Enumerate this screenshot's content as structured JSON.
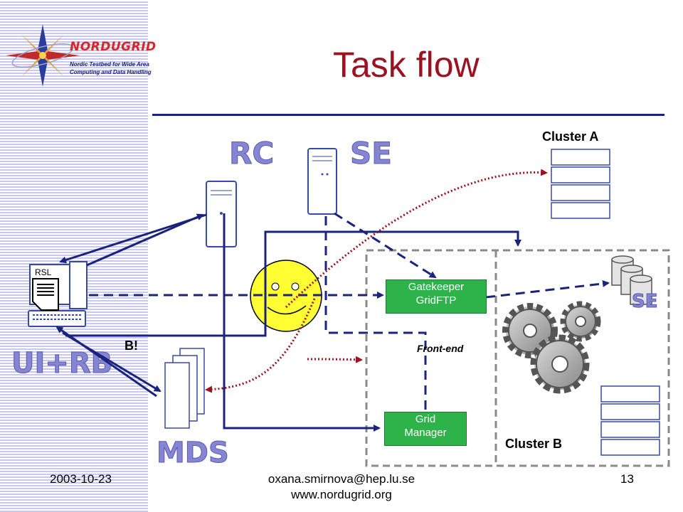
{
  "logo": {
    "name": "NORDUGRID",
    "line1": "Nordic Testbed for Wide Area",
    "line2": "Computing and Data Handling"
  },
  "slide": {
    "title": "Task flow"
  },
  "labels": {
    "rc": "RC",
    "se": "SE",
    "se_small": "SE",
    "ui_rb": "UI+RB",
    "mds": "MDS",
    "rsl": "RSL",
    "cluster_a": "Cluster A",
    "cluster_b": "Cluster B",
    "gatekeeper": "Gatekeeper",
    "gridftp": "GridFTP",
    "grid": "Grid",
    "manager": "Manager",
    "frontend": "Front-end",
    "b_bang": "B!"
  },
  "footer": {
    "date": "2003-10-23",
    "email": "oxana.smirnova@hep.lu.se",
    "website": "www.nordugrid.org",
    "page": "13"
  },
  "colors": {
    "title": "#9b1220",
    "navy": "#1a237e",
    "green_box": "#2db34a",
    "dotted_red": "#9b1220",
    "smiley": "#ffff33"
  }
}
